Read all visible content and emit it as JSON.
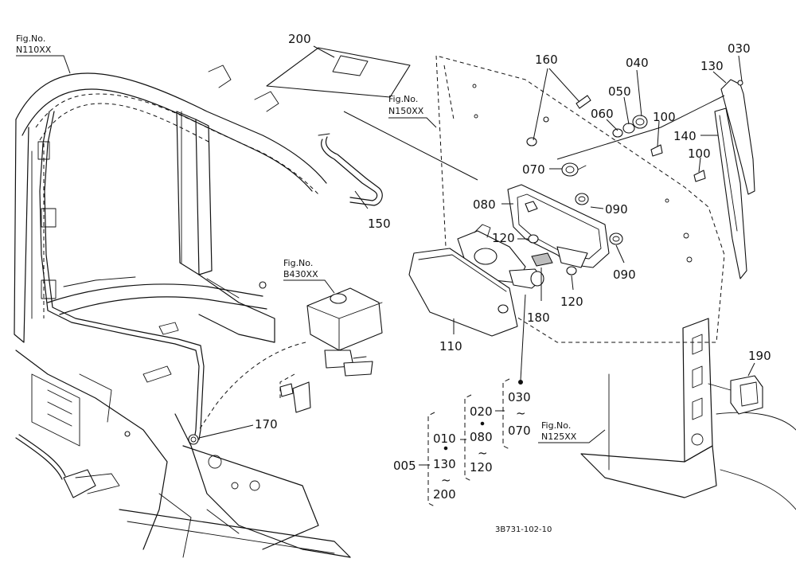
{
  "fig_refs": {
    "n110": {
      "line1": "Fig.No.",
      "line2": "N110XX"
    },
    "n150": {
      "line1": "Fig.No.",
      "line2": "N150XX"
    },
    "b430": {
      "line1": "Fig.No.",
      "line2": "B430XX"
    },
    "n125": {
      "line1": "Fig.No.",
      "line2": "N125XX"
    }
  },
  "parts": {
    "p200": "200",
    "p160": "160",
    "p040": "040",
    "p030": "030",
    "p130": "130",
    "p050": "050",
    "p060": "060",
    "p100a": "100",
    "p140": "140",
    "p100b": "100",
    "p070": "070",
    "p150": "150",
    "p080": "080",
    "p090a": "090",
    "p120a": "120",
    "p090b": "090",
    "p180": "180",
    "p120b": "120",
    "p110": "110",
    "p190": "190",
    "p170": "170"
  },
  "assembly": {
    "col3": {
      "top": "030",
      "tilde": "~",
      "bottom": "070"
    },
    "col2": {
      "top": "020",
      "mid": "080",
      "tilde": "~",
      "bottom": "120"
    },
    "col1": {
      "top": "010",
      "mid": "130",
      "tilde": "~",
      "bottom": "200"
    },
    "root": "005"
  },
  "drawing_code": "3B731-102-10"
}
